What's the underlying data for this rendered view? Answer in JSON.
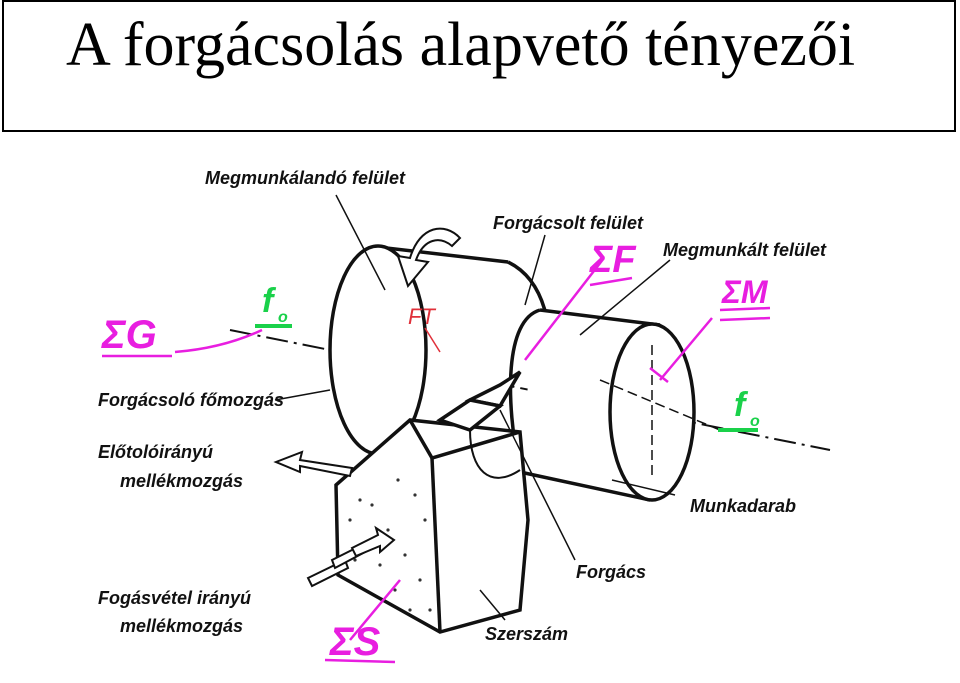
{
  "title": "A forgácsolás alapvető tényezői",
  "labels": {
    "megmunkalando": "Megmunkálandó felület",
    "forgacsolt": "Forgácsolt felület",
    "megmunkalt": "Megmunkált felület",
    "fomozgas": "Forgácsoló főmozgás",
    "elotolo_1": "Előtolóirányú",
    "elotolo_2": "mellékmozgás",
    "munkadarab": "Munkadarab",
    "forgacs": "Forgács",
    "fogasvetel_1": "Fogásvétel irányú",
    "fogasvetel_2": "mellékmozgás",
    "szerszam": "Szerszám"
  },
  "annotations": {
    "sum_g": "ΣG",
    "sum_f": "ΣF",
    "sum_m": "ΣM",
    "sum_s": "ΣS",
    "f_left": "f",
    "f_left_sub": "o",
    "f_right": "f",
    "f_right_sub": "o",
    "ft": "FT"
  },
  "colors": {
    "magenta": "#e81ee0",
    "green": "#1ad14a",
    "red": "#e0303a",
    "ink": "#111111"
  }
}
